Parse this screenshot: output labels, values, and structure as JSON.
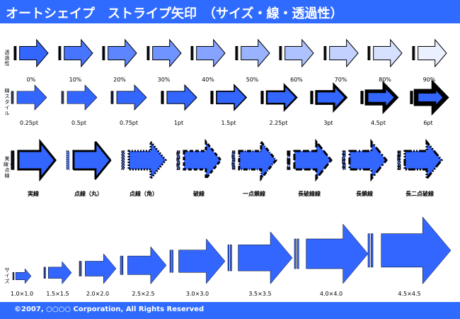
{
  "header": {
    "title": "オートシェイプ　ストライプ矢印　（サイズ・線・透過性）"
  },
  "footer": {
    "copyright": "©2007, ○○○○ Corporation, All Rights Reserved"
  },
  "colors": {
    "accent": "#2f6bff",
    "arrow_fill": "#3366ff",
    "line": "#000000"
  },
  "rows": {
    "transparency": {
      "side_label": "透過性",
      "items": [
        {
          "label": "0%",
          "value": 0
        },
        {
          "label": "10%",
          "value": 10
        },
        {
          "label": "20%",
          "value": 20
        },
        {
          "label": "30%",
          "value": 30
        },
        {
          "label": "40%",
          "value": 40
        },
        {
          "label": "50%",
          "value": 50
        },
        {
          "label": "60%",
          "value": 60
        },
        {
          "label": "70%",
          "value": 70
        },
        {
          "label": "80%",
          "value": 80
        },
        {
          "label": "90%",
          "value": 90
        }
      ]
    },
    "line_width": {
      "side_label": "線スタイル",
      "items": [
        {
          "label": "0.25pt",
          "value": 0.25
        },
        {
          "label": "0.5pt",
          "value": 0.5
        },
        {
          "label": "0.75pt",
          "value": 0.75
        },
        {
          "label": "1pt",
          "value": 1
        },
        {
          "label": "1.5pt",
          "value": 1.5
        },
        {
          "label": "2.25pt",
          "value": 2.25
        },
        {
          "label": "3pt",
          "value": 3
        },
        {
          "label": "4.5pt",
          "value": 4.5
        },
        {
          "label": "6pt",
          "value": 6
        }
      ]
    },
    "line_type": {
      "side_label": "実線・点線",
      "items": [
        {
          "label": "実線",
          "dash": "solid"
        },
        {
          "label": "点線（丸）",
          "dash": "round-dot"
        },
        {
          "label": "点線（角）",
          "dash": "square-dot"
        },
        {
          "label": "破線",
          "dash": "dash"
        },
        {
          "label": "一点鎖線",
          "dash": "dash-dot"
        },
        {
          "label": "長破線線",
          "dash": "long-dash"
        },
        {
          "label": "長鎖線",
          "dash": "long-dash-dot"
        },
        {
          "label": "長二点破線",
          "dash": "long-dash-dot-dot"
        }
      ]
    },
    "size": {
      "side_label": "サイズ",
      "items": [
        {
          "label": "1.0×1.0",
          "value": 1.0
        },
        {
          "label": "1.5×1.5",
          "value": 1.5
        },
        {
          "label": "2.0×2.0",
          "value": 2.0
        },
        {
          "label": "2.5×2.5",
          "value": 2.5
        },
        {
          "label": "3.0×3.0",
          "value": 3.0
        },
        {
          "label": "3.5×3.5",
          "value": 3.5
        },
        {
          "label": "4.0×4.0",
          "value": 4.0
        },
        {
          "label": "4.5×4.5",
          "value": 4.5
        }
      ]
    }
  }
}
